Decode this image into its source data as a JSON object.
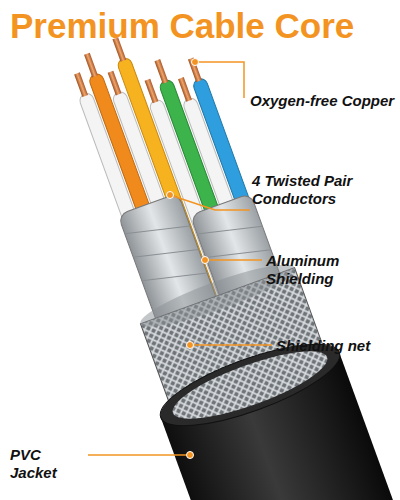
{
  "diagram": {
    "title": "Premium Cable Core",
    "labels": [
      "Oxygen-free Copper",
      "4 Twisted Pair Conductors",
      "Aluminum Shielding",
      "Shielding net",
      "PVC Jacket"
    ]
  }
}
